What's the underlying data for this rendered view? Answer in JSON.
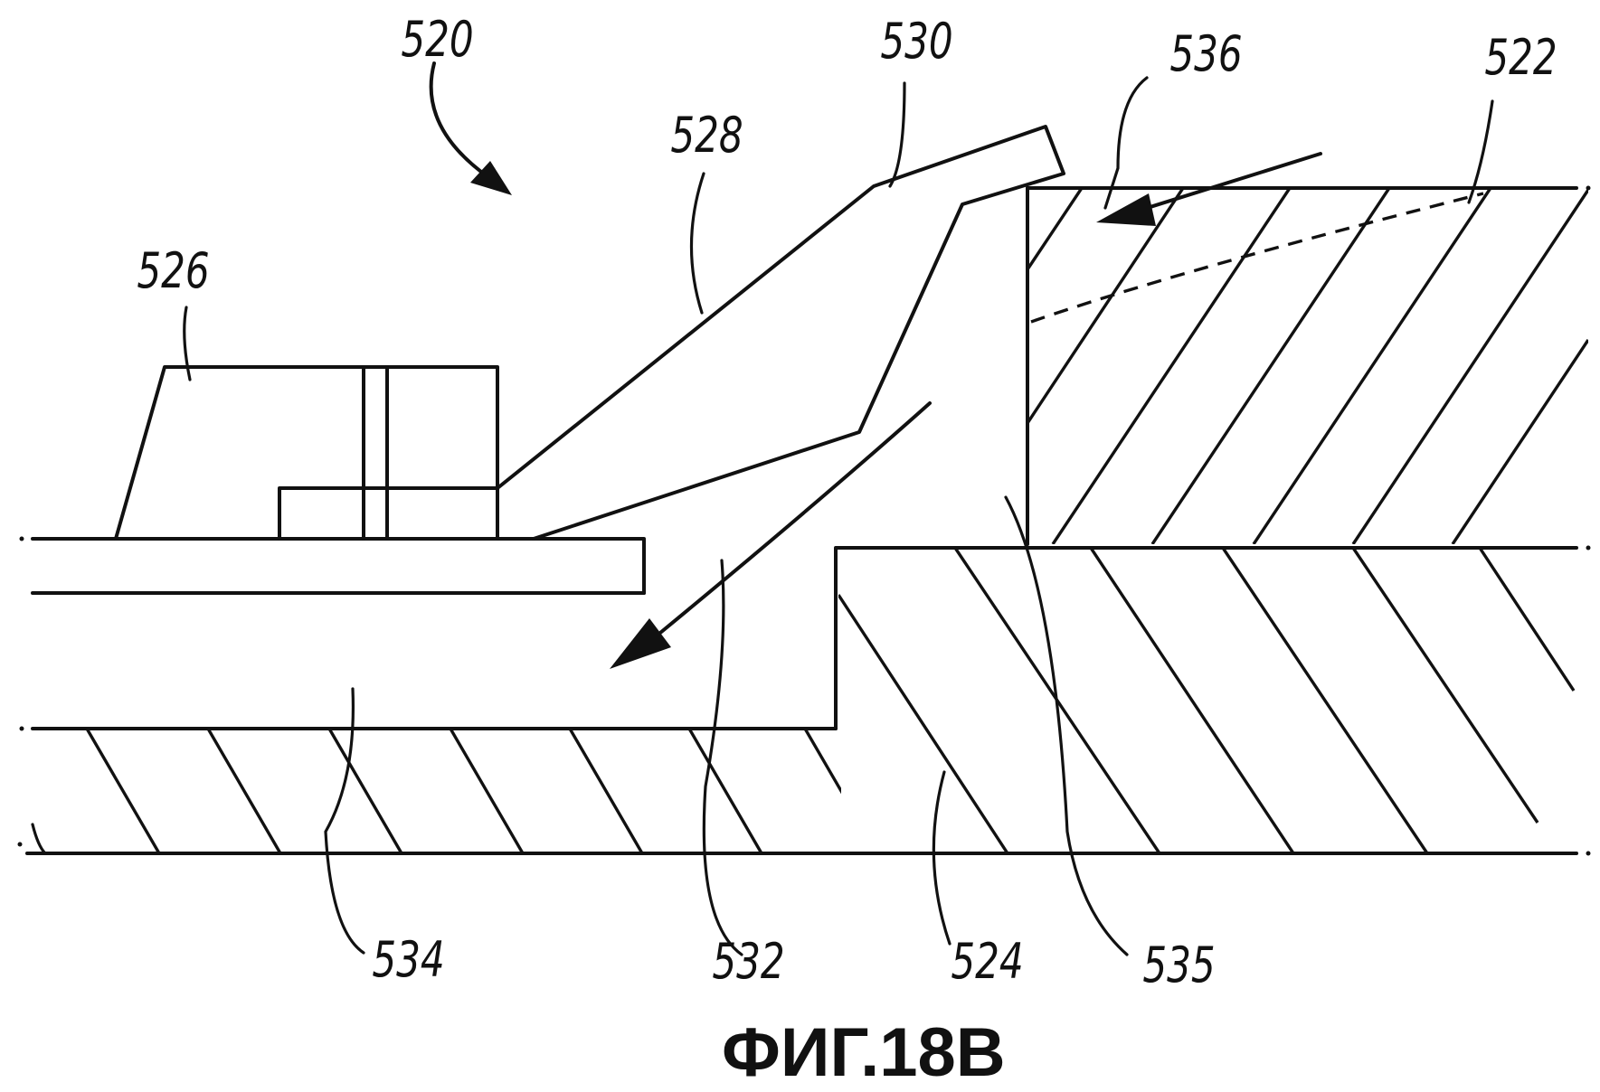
{
  "figure": {
    "caption": "ФИГ.18B",
    "labels": {
      "l520": "520",
      "l522": "522",
      "l524": "524",
      "l526": "526",
      "l528": "528",
      "l530": "530",
      "l532": "532",
      "l534": "534",
      "l535": "535",
      "l536": "536"
    }
  }
}
